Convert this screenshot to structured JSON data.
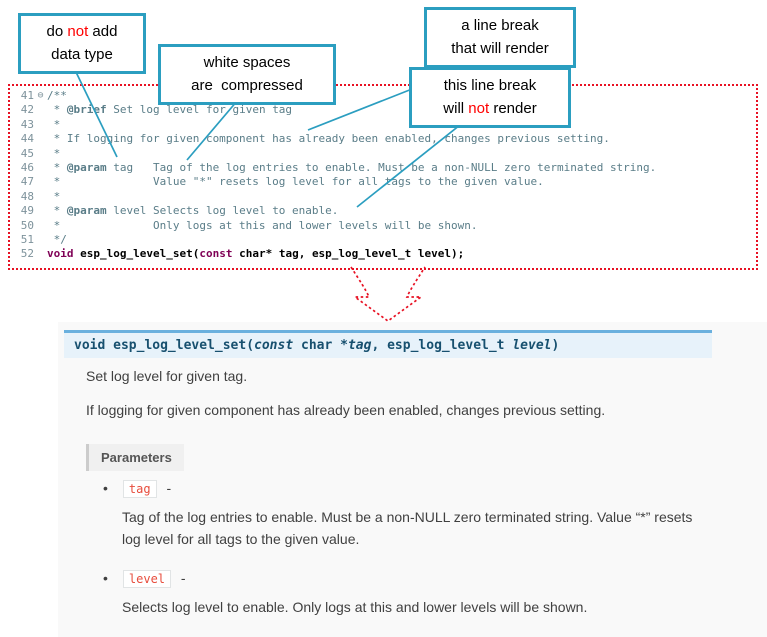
{
  "colors": {
    "accent_teal": "#2b9ec0",
    "alert_red": "#ff0000",
    "dotted_red": "#e81123",
    "code_keyword": "#7f0055",
    "code_comment": "#5a7d88",
    "signature_bg": "#e7f2fa",
    "signature_border": "#6ab0de",
    "inline_code_red": "#e74c3c"
  },
  "callouts": [
    {
      "id": "c1",
      "lines": [
        [
          {
            "t": "do "
          },
          {
            "t": "not",
            "red": true
          },
          {
            "t": " add"
          }
        ],
        [
          {
            "t": "data type"
          }
        ]
      ]
    },
    {
      "id": "c2",
      "lines": [
        [
          {
            "t": "white spaces"
          }
        ],
        [
          {
            "t": "are  compressed"
          }
        ]
      ]
    },
    {
      "id": "c3",
      "lines": [
        [
          {
            "t": "a line break"
          }
        ],
        [
          {
            "t": "that will render"
          }
        ]
      ]
    },
    {
      "id": "c4",
      "lines": [
        [
          {
            "t": "this line break"
          }
        ],
        [
          {
            "t": "will "
          },
          {
            "t": "not",
            "red": true
          },
          {
            "t": " render"
          }
        ]
      ]
    }
  ],
  "code": {
    "lines": [
      {
        "n": "41",
        "fold": true,
        "seg": [
          {
            "t": "/**",
            "c": "cm"
          }
        ]
      },
      {
        "n": "42",
        "seg": [
          {
            "t": " * ",
            "c": "cm"
          },
          {
            "t": "@brief",
            "c": "doctag"
          },
          {
            "t": " Set log level for given tag",
            "c": "cm"
          }
        ]
      },
      {
        "n": "43",
        "seg": [
          {
            "t": " *",
            "c": "cm"
          }
        ]
      },
      {
        "n": "44",
        "seg": [
          {
            "t": " * If logging for given component has already been enabled, changes previous setting.",
            "c": "cm"
          }
        ]
      },
      {
        "n": "45",
        "seg": [
          {
            "t": " *",
            "c": "cm"
          }
        ]
      },
      {
        "n": "46",
        "seg": [
          {
            "t": " * ",
            "c": "cm"
          },
          {
            "t": "@param",
            "c": "doctag"
          },
          {
            "t": " tag   Tag of the log entries to enable. Must be a non-NULL zero terminated string.",
            "c": "cm"
          }
        ]
      },
      {
        "n": "47",
        "seg": [
          {
            "t": " *              Value \"*\" resets log level for all tags to the given value.",
            "c": "cm"
          }
        ]
      },
      {
        "n": "48",
        "seg": [
          {
            "t": " *",
            "c": "cm"
          }
        ]
      },
      {
        "n": "49",
        "seg": [
          {
            "t": " * ",
            "c": "cm"
          },
          {
            "t": "@param",
            "c": "doctag"
          },
          {
            "t": " level Selects log level to enable.",
            "c": "cm"
          }
        ]
      },
      {
        "n": "50",
        "seg": [
          {
            "t": " *              Only logs at this and lower levels will be shown.",
            "c": "cm"
          }
        ]
      },
      {
        "n": "51",
        "seg": [
          {
            "t": " */",
            "c": "cm"
          }
        ]
      },
      {
        "n": "52",
        "seg": [
          {
            "t": "void",
            "c": "kw"
          },
          {
            "t": " esp_log_level_set(",
            "c": "pln"
          },
          {
            "t": "const",
            "c": "kw"
          },
          {
            "t": " char* tag, esp_log_level_t level);",
            "c": "pln"
          }
        ]
      }
    ]
  },
  "doc": {
    "signature": {
      "parts": [
        {
          "t": "void",
          "c": "kw"
        },
        {
          "t": " ",
          "c": "p"
        },
        {
          "t": "esp_log_level_set",
          "c": "name"
        },
        {
          "t": "(",
          "c": "p"
        },
        {
          "t": "const",
          "c": "kwi"
        },
        {
          "t": " char *",
          "c": "p"
        },
        {
          "t": "tag",
          "c": "var"
        },
        {
          "t": ", esp_log_level_t ",
          "c": "p"
        },
        {
          "t": "level",
          "c": "var"
        },
        {
          "t": ")",
          "c": "p"
        }
      ]
    },
    "paragraphs": [
      "Set log level for given tag.",
      "If logging for given component has already been enabled, changes previous setting."
    ],
    "parameters_label": "Parameters",
    "bullet_glyph": "•",
    "params": [
      {
        "name": "tag",
        "sep": "-",
        "desc": "Tag of the log entries to enable. Must be a non-NULL zero terminated string. Value “*” resets log level for all tags to the given value."
      },
      {
        "name": "level",
        "sep": "-",
        "desc": "Selects log level to enable. Only logs at this and lower levels will be shown."
      }
    ]
  }
}
